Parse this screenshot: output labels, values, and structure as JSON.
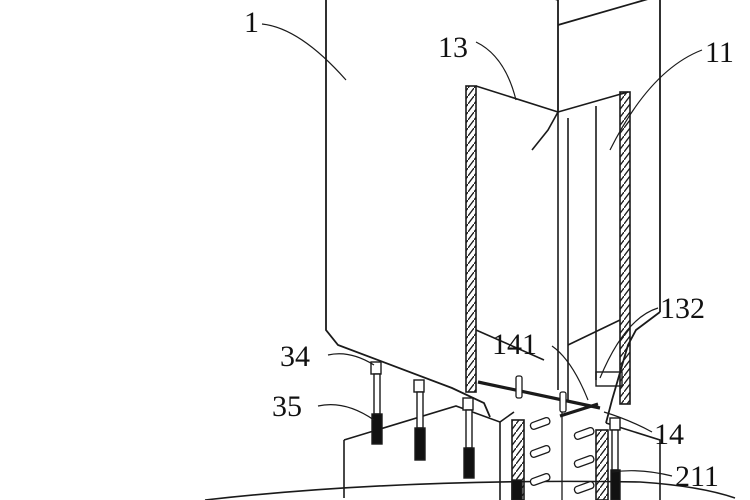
{
  "labels": {
    "l1": "1",
    "l13": "13",
    "l11": "11",
    "l132": "132",
    "l141": "141",
    "l34": "34",
    "l35": "35",
    "l14": "14",
    "l211": "211"
  },
  "colors": {
    "stroke": "#1a1a1a",
    "background": "#ffffff",
    "dark_fill": "#111111"
  }
}
